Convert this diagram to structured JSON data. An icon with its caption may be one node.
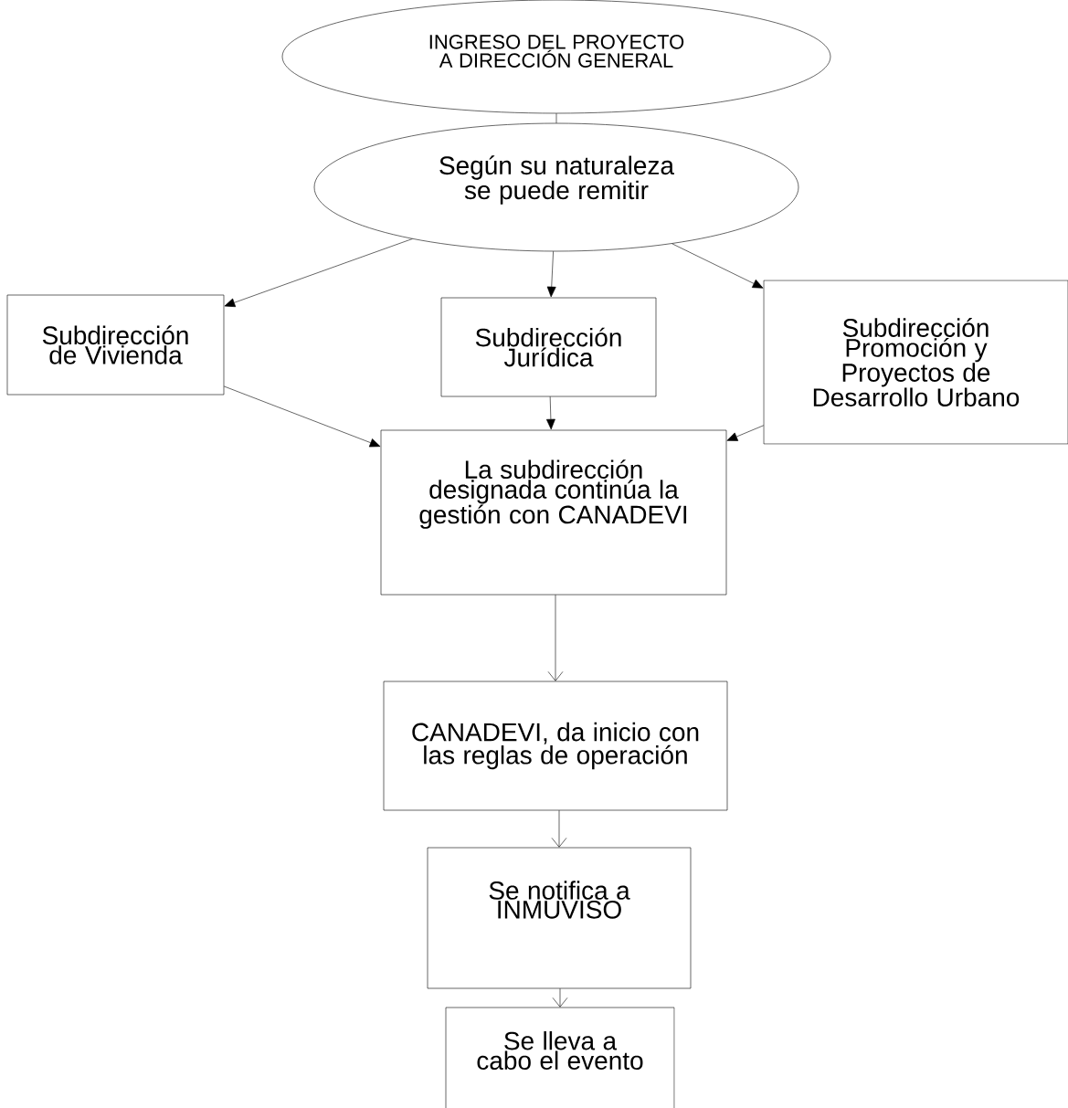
{
  "diagram": {
    "nodes": [
      {
        "text": [
          "INGRESO DEL PROYECTO A DIRECCIÓN GENERAL"
        ]
      },
      {
        "text": [
          "Según su naturaleza se puede remitir"
        ]
      },
      {
        "text": [
          "Subdirección de Vivienda"
        ]
      },
      {
        "text": [
          "Subdirección Jurídica"
        ]
      },
      {
        "text": [
          "Subdirección Promoción y Proyectos de Desarrollo Urbano"
        ]
      },
      {
        "text": [
          "La subdirección designada continúa la gestión con CANADEVI"
        ]
      },
      {
        "text": [
          "CANADEVI, da inicio con las reglas de operación"
        ]
      },
      {
        "text": [
          "Se notifica a INMUVISO"
        ]
      },
      {
        "text": [
          "Se lleva a cabo el evento"
        ]
      }
    ],
    "edges": [
      {
        "from": 0,
        "to": 1,
        "arrow": "none"
      },
      {
        "from": 1,
        "to": 2,
        "arrow": "to"
      },
      {
        "from": 1,
        "to": 3,
        "arrow": "to"
      },
      {
        "from": 1,
        "to": 4,
        "arrow": "to"
      },
      {
        "from": 2,
        "to": 5,
        "arrow": "to"
      },
      {
        "from": 3,
        "to": 5,
        "arrow": "to"
      },
      {
        "from": 4,
        "to": 5,
        "arrow": "to"
      },
      {
        "from": 5,
        "to": 6,
        "arrow": "to"
      },
      {
        "from": 6,
        "to": 7,
        "arrow": "to"
      },
      {
        "from": 7,
        "to": 8,
        "arrow": "to"
      }
    ]
  }
}
